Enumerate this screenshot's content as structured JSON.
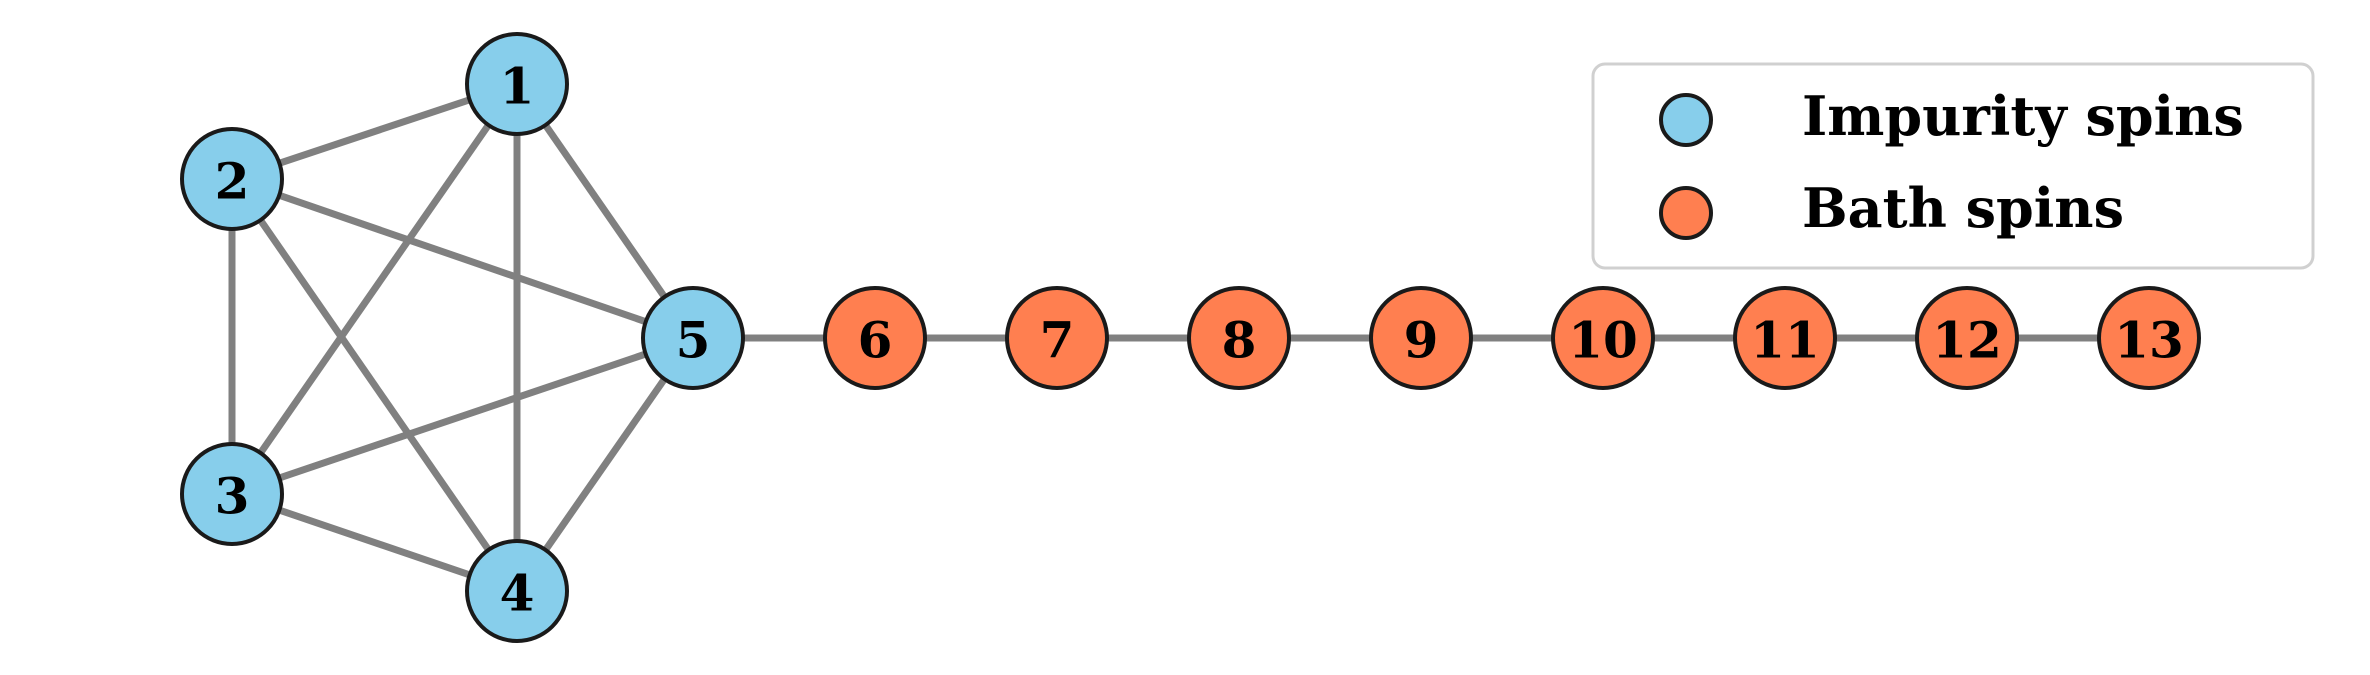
{
  "colors": {
    "impurity": "#87ceeb",
    "bath": "#ff7f50",
    "edge": "#808080"
  },
  "nodes": [
    {
      "id": 1,
      "label": "1",
      "group": "impurity"
    },
    {
      "id": 2,
      "label": "2",
      "group": "impurity"
    },
    {
      "id": 3,
      "label": "3",
      "group": "impurity"
    },
    {
      "id": 4,
      "label": "4",
      "group": "impurity"
    },
    {
      "id": 5,
      "label": "5",
      "group": "impurity"
    },
    {
      "id": 6,
      "label": "6",
      "group": "bath"
    },
    {
      "id": 7,
      "label": "7",
      "group": "bath"
    },
    {
      "id": 8,
      "label": "8",
      "group": "bath"
    },
    {
      "id": 9,
      "label": "9",
      "group": "bath"
    },
    {
      "id": 10,
      "label": "10",
      "group": "bath"
    },
    {
      "id": 11,
      "label": "11",
      "group": "bath"
    },
    {
      "id": 12,
      "label": "12",
      "group": "bath"
    },
    {
      "id": 13,
      "label": "13",
      "group": "bath"
    }
  ],
  "edges": [
    [
      1,
      2
    ],
    [
      1,
      3
    ],
    [
      1,
      4
    ],
    [
      1,
      5
    ],
    [
      2,
      3
    ],
    [
      2,
      4
    ],
    [
      2,
      5
    ],
    [
      3,
      4
    ],
    [
      3,
      5
    ],
    [
      4,
      5
    ],
    [
      5,
      6
    ],
    [
      6,
      7
    ],
    [
      7,
      8
    ],
    [
      8,
      9
    ],
    [
      9,
      10
    ],
    [
      10,
      11
    ],
    [
      11,
      12
    ],
    [
      12,
      13
    ]
  ],
  "legend": {
    "placement": "top-right",
    "items": [
      {
        "group": "impurity",
        "label": "Impurity spins"
      },
      {
        "group": "bath",
        "label": "Bath spins"
      }
    ]
  }
}
